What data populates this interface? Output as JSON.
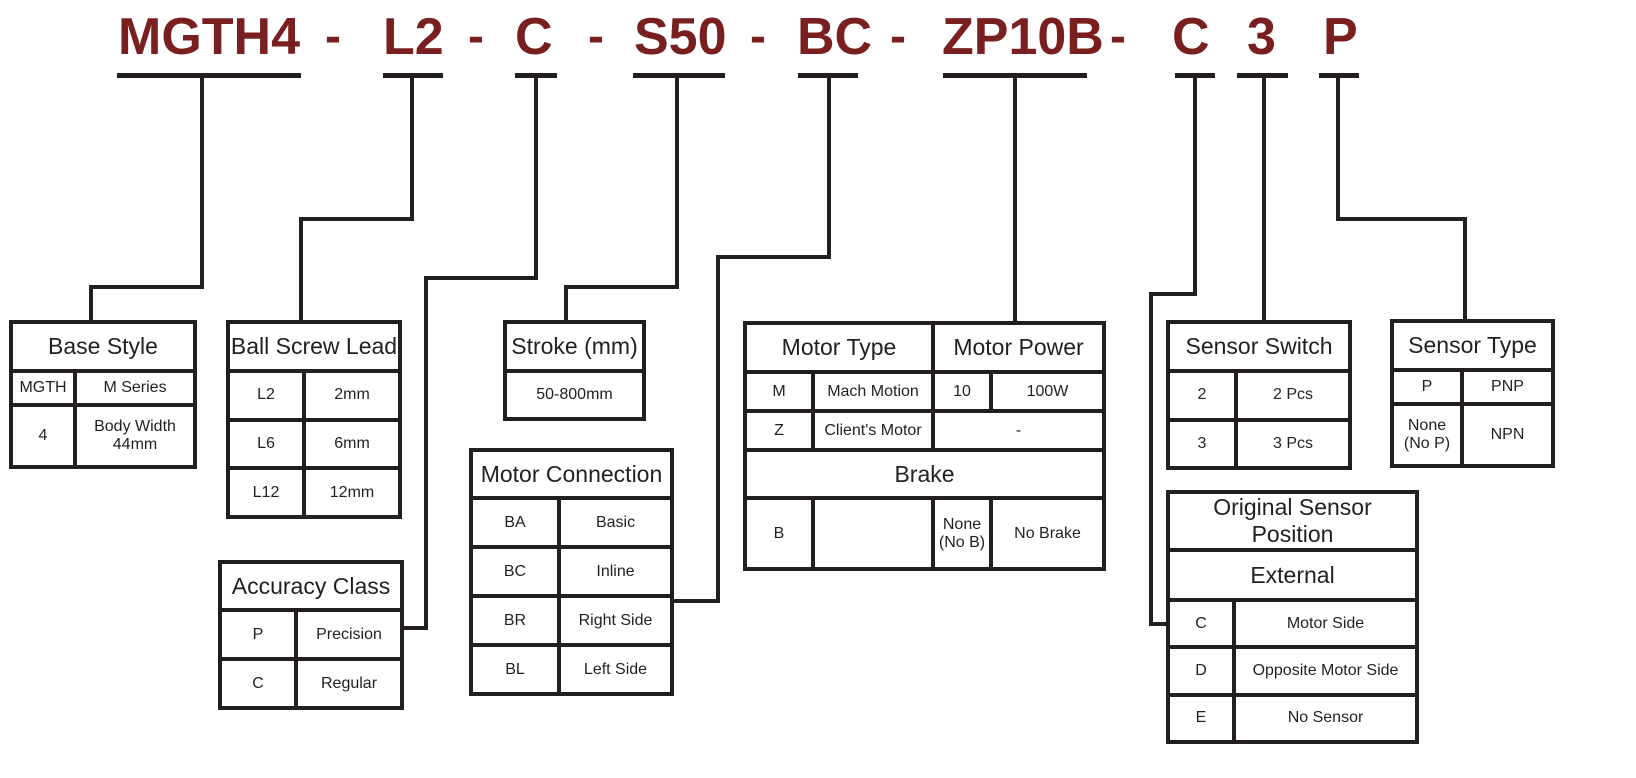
{
  "part_number": {
    "segments": [
      "MGTH4",
      "L2",
      "C",
      "S50",
      "BC",
      "ZP10B",
      "C",
      "3",
      "P"
    ],
    "separator": "-"
  },
  "colors": {
    "code": "#7a1f1f",
    "line": "#231f20"
  },
  "tables": {
    "base_style": {
      "title": "Base Style",
      "rows": [
        [
          "MGTH",
          "M Series"
        ],
        [
          "4",
          "Body Width 44mm"
        ]
      ]
    },
    "ball_screw_lead": {
      "title": "Ball Screw Lead",
      "rows": [
        [
          "L2",
          "2mm"
        ],
        [
          "L6",
          "6mm"
        ],
        [
          "L12",
          "12mm"
        ]
      ]
    },
    "accuracy_class": {
      "title": "Accuracy Class",
      "rows": [
        [
          "P",
          "Precision"
        ],
        [
          "C",
          "Regular"
        ]
      ]
    },
    "stroke": {
      "title": "Stroke (mm)",
      "value": "50-800mm"
    },
    "motor_connection": {
      "title": "Motor Connection",
      "rows": [
        [
          "BA",
          "Basic"
        ],
        [
          "BC",
          "Inline"
        ],
        [
          "BR",
          "Right Side"
        ],
        [
          "BL",
          "Left Side"
        ]
      ]
    },
    "motor": {
      "type_title": "Motor Type",
      "power_title": "Motor Power",
      "type_rows": [
        [
          "M",
          "Mach Motion"
        ],
        [
          "Z",
          "Client's Motor"
        ]
      ],
      "power_rows": [
        [
          "10",
          "100W"
        ],
        [
          "-"
        ]
      ],
      "brake_title": "Brake",
      "brake_rows": [
        [
          "B",
          ""
        ],
        [
          "None (No B)",
          "No Brake"
        ]
      ]
    },
    "sensor_switch": {
      "title": "Sensor Switch",
      "rows": [
        [
          "2",
          "2 Pcs"
        ],
        [
          "3",
          "3 Pcs"
        ]
      ]
    },
    "sensor_type": {
      "title": "Sensor Type",
      "rows": [
        [
          "P",
          "PNP"
        ],
        [
          "None (No P)",
          "NPN"
        ]
      ]
    },
    "sensor_position": {
      "title": "Original Sensor Position",
      "subtitle": "External",
      "rows": [
        [
          "C",
          "Motor Side"
        ],
        [
          "D",
          "Opposite Motor Side"
        ],
        [
          "E",
          "No Sensor"
        ]
      ]
    }
  }
}
